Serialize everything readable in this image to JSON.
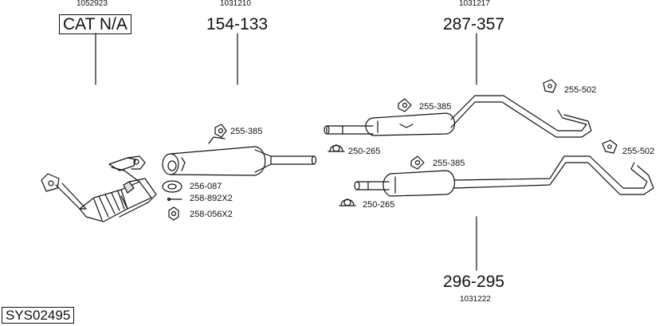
{
  "parts": [
    {
      "id": "p1",
      "code": "1052923",
      "number": "CAT N/A"
    },
    {
      "id": "p2",
      "code": "1031210",
      "number": "154-133"
    },
    {
      "id": "p3",
      "code": "1031217",
      "number": "287-357"
    },
    {
      "id": "p4",
      "code": "1031222",
      "number": "296-295"
    }
  ],
  "labels": {
    "mount_a": "255-385",
    "mount_b": "255-385",
    "mount_c": "255-385",
    "hanger_a": "255-502",
    "hanger_b": "255-502",
    "clamp_a": "250-265",
    "clamp_b": "250-265",
    "gasket": "256-087",
    "bolt": "258-892X2",
    "nut": "258-056X2"
  },
  "system_code": "SYS02495"
}
